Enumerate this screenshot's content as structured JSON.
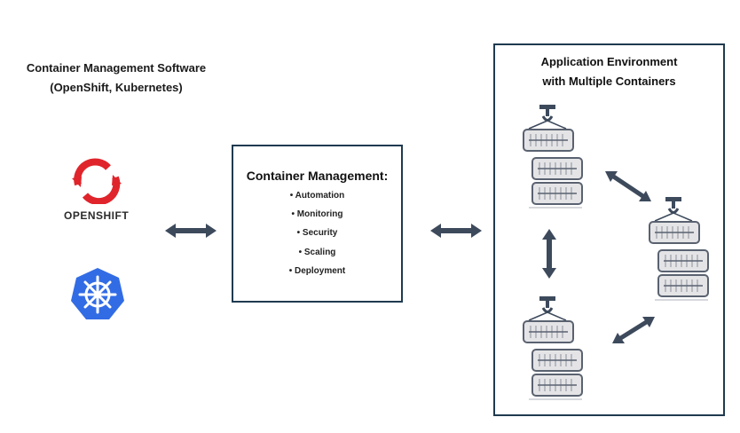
{
  "left_panel": {
    "title_line1": "Container Management Software",
    "title_line2": "(OpenShift, Kubernetes)",
    "openshift_logo_text": "OPENSHIFT",
    "openshift_color": "#e0242b",
    "kubernetes_color": "#326ce5"
  },
  "management_box": {
    "title": "Container Management:",
    "items": [
      "• Automation",
      "• Monitoring",
      "• Security",
      "• Scaling",
      "• Deployment"
    ]
  },
  "environment_box": {
    "title_line1": "Application Environment",
    "title_line2": "with Multiple Containers"
  },
  "colors": {
    "border": "#1f3a4f",
    "arrow": "#3d4a5c",
    "container_fill": "#e4e4e6",
    "container_stroke": "#5a6270"
  }
}
